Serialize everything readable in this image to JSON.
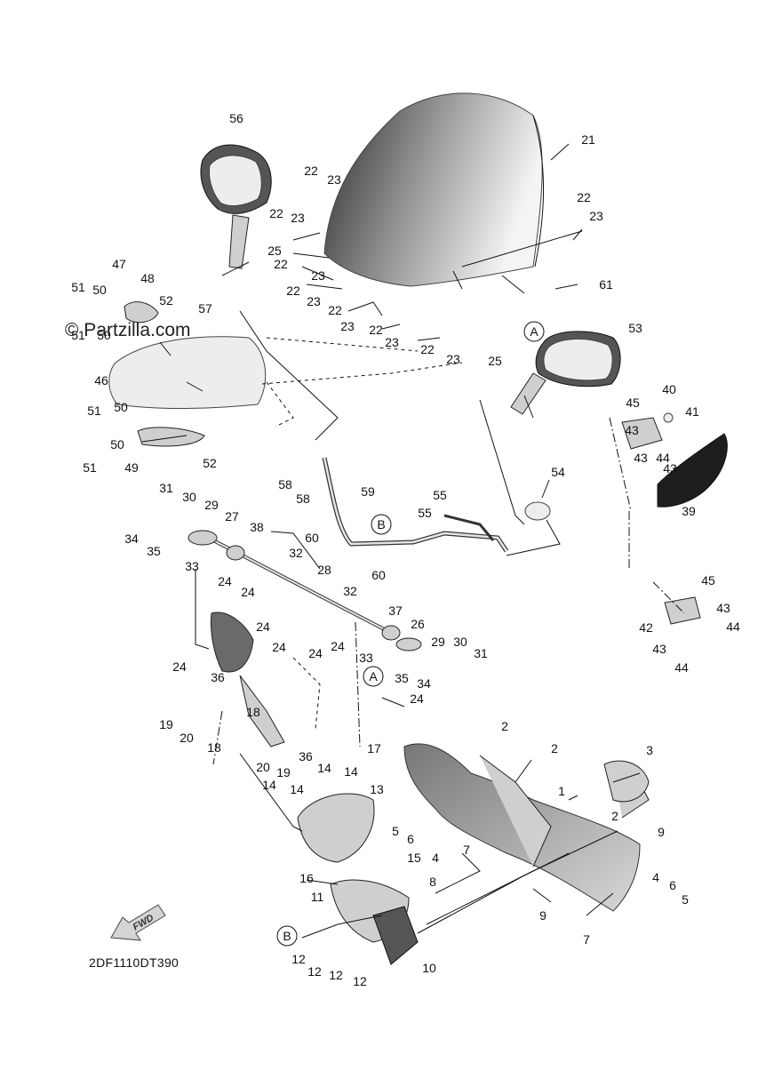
{
  "watermark": "© Partzilla.com",
  "diagram_code": "2DF1110DT390",
  "fwd_label": "FWD",
  "ref_markers": [
    "A",
    "B"
  ],
  "part_labels": [
    "1",
    "2",
    "3",
    "4",
    "5",
    "6",
    "7",
    "8",
    "9",
    "10",
    "11",
    "12",
    "13",
    "14",
    "15",
    "16",
    "17",
    "18",
    "19",
    "20",
    "21",
    "22",
    "23",
    "24",
    "25",
    "26",
    "27",
    "28",
    "29",
    "30",
    "31",
    "32",
    "33",
    "34",
    "35",
    "36",
    "37",
    "38",
    "39",
    "40",
    "41",
    "42",
    "43",
    "44",
    "45",
    "46",
    "47",
    "48",
    "49",
    "50",
    "51",
    "52",
    "53",
    "54",
    "55",
    "56",
    "57",
    "58",
    "59",
    "60",
    "61"
  ]
}
